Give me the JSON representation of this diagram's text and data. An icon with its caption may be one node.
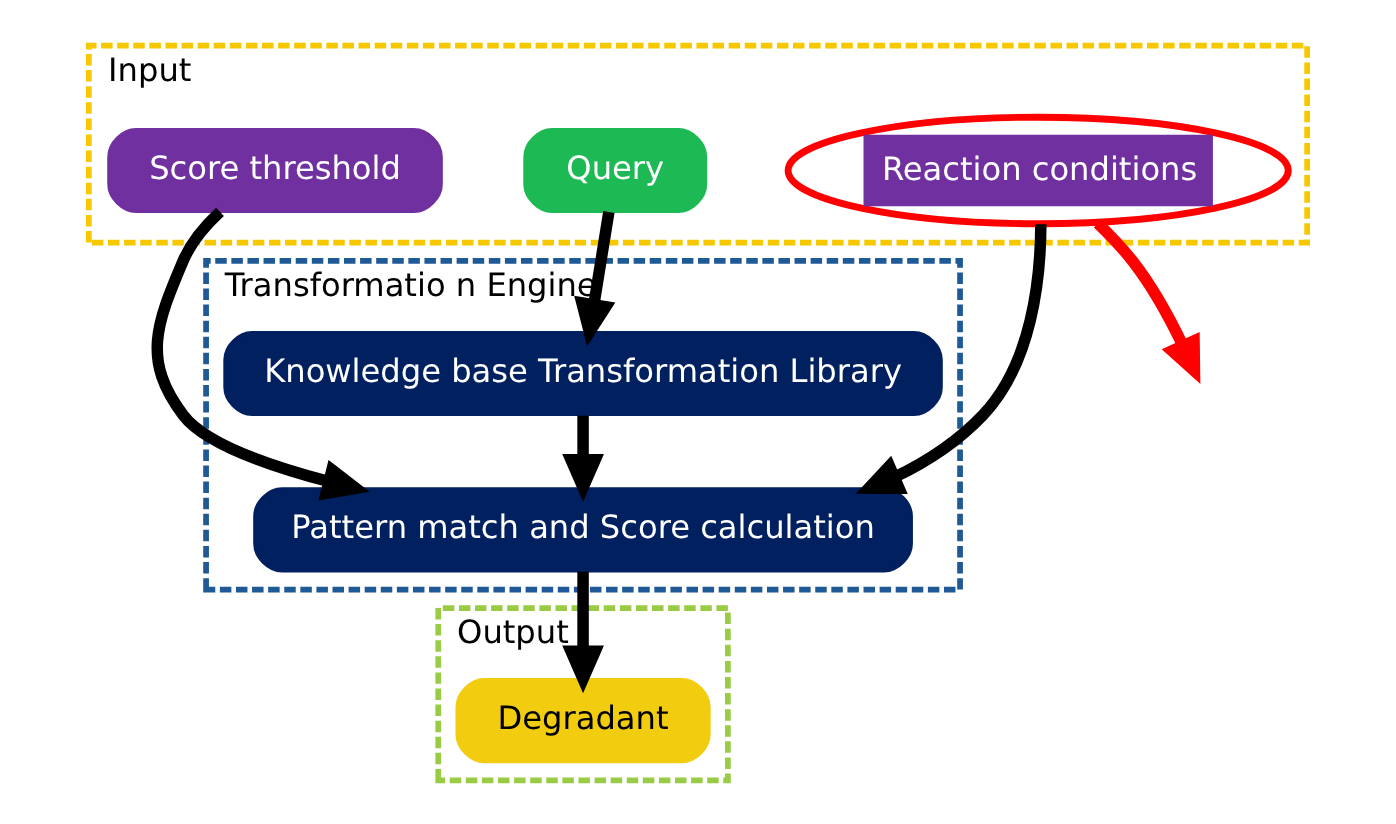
{
  "diagram": {
    "nodes": [
      {
        "text": [
          "Input"
        ]
      },
      {
        "text": [
          "Query"
        ],
        "in": 0
      },
      {
        "text": [
          "Score threshold"
        ],
        "in": 0
      },
      {
        "text": [
          "Reaction conditions"
        ],
        "in": 0
      },
      {
        "text": [
          "Transformatio n Engine"
        ]
      },
      {
        "text": [
          "Knowledge base Transformation Library"
        ],
        "in": 4
      },
      {
        "text": [
          "Pattern match and Score calculation"
        ],
        "in": 4
      },
      {
        "text": [
          "Output"
        ]
      },
      {
        "text": [
          "Degradant"
        ],
        "in": 7
      }
    ],
    "edges": [
      {
        "from": 1,
        "to": 5,
        "arrow": "to"
      },
      {
        "from": 2,
        "to": 6,
        "arrow": "to"
      },
      {
        "from": 3,
        "to": 6,
        "arrow": "to"
      },
      {
        "from": 5,
        "to": 6,
        "arrow": "to"
      },
      {
        "from": 6,
        "to": 8,
        "arrow": "to"
      },
      {
        "from": 3,
        "to": null,
        "arrow": "to",
        "color": "#ff0000"
      }
    ]
  }
}
